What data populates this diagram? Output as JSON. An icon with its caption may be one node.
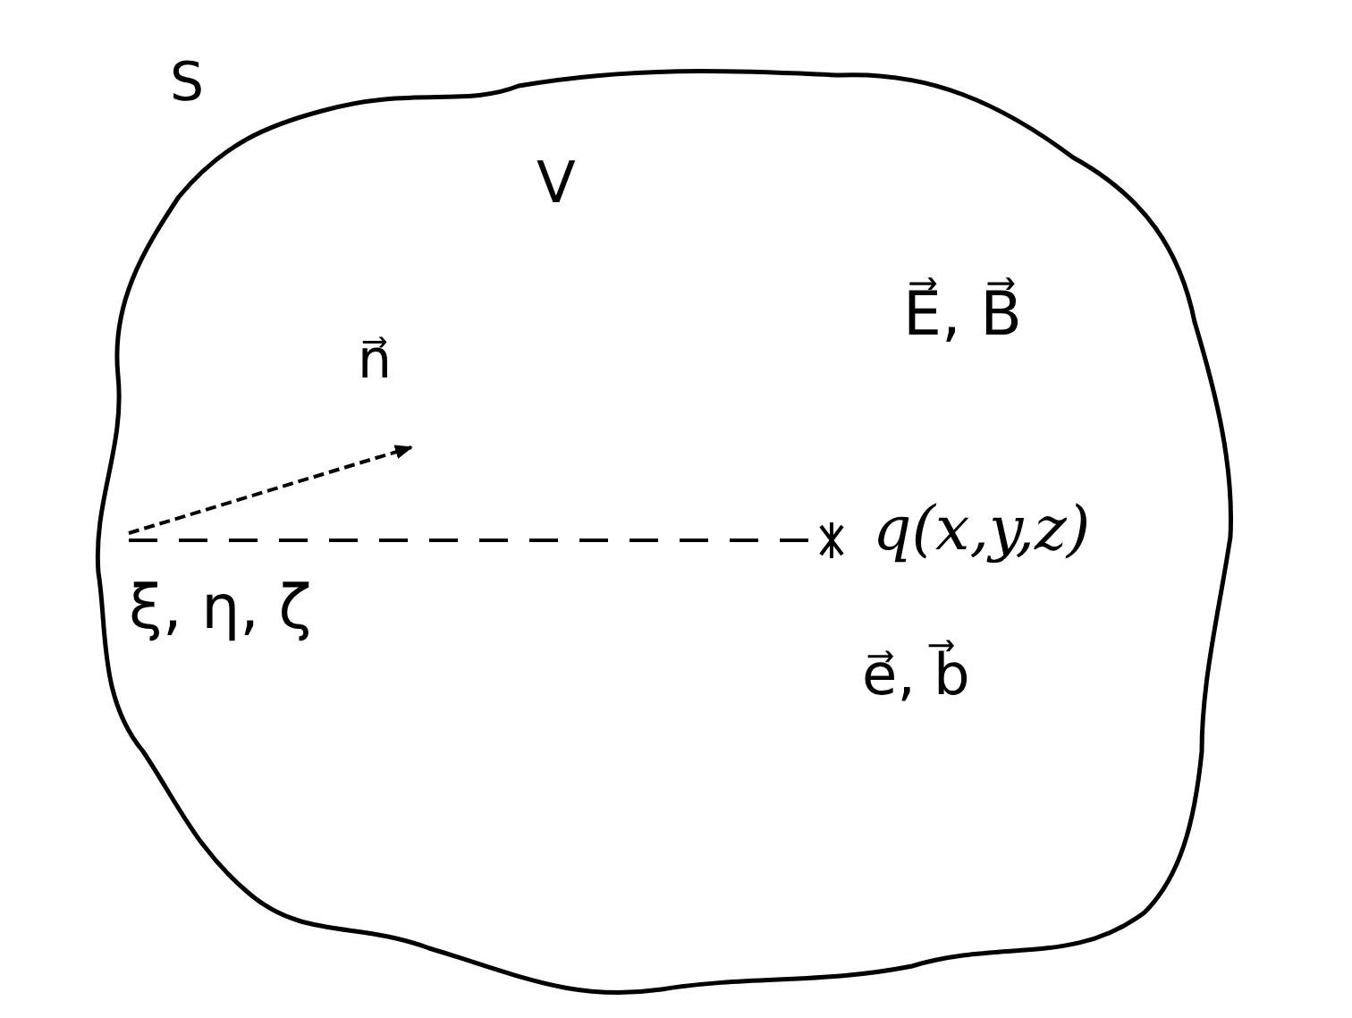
{
  "diagram": {
    "labels": [
      "S",
      "V",
      "E⃗, B⃗",
      "n⃗",
      "q(x,y,z)",
      "ξ, η, ζ",
      "e⃗, b⃗"
    ]
  }
}
